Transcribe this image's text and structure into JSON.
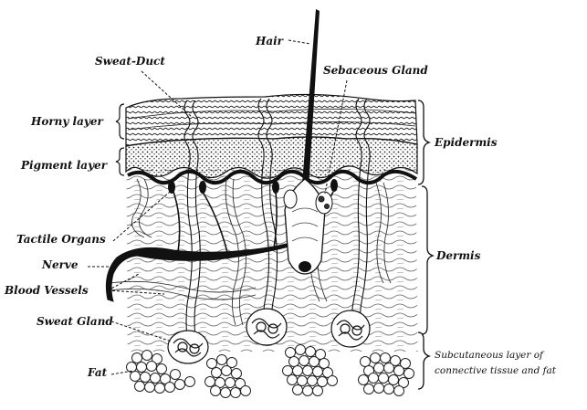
{
  "diagram": {
    "labels": {
      "hair": "Hair",
      "sweat_duct": "Sweat-Duct",
      "sebaceous_gland": "Sebaceous Gland",
      "horny_layer": "Horny layer",
      "epidermis": "Epidermis",
      "pigment_layer": "Pigment layer",
      "tactile_organs": "Tactile Organs",
      "dermis": "Dermis",
      "nerve": "Nerve",
      "blood_vessels": "Blood Vessels",
      "sweat_gland": "Sweat Gland",
      "subcutaneous_line1": "Subcutaneous layer of",
      "subcutaneous_line2": "connective tissue and fat",
      "fat": "Fat"
    },
    "colors": {
      "ink": "#111111",
      "background": "#ffffff"
    }
  }
}
